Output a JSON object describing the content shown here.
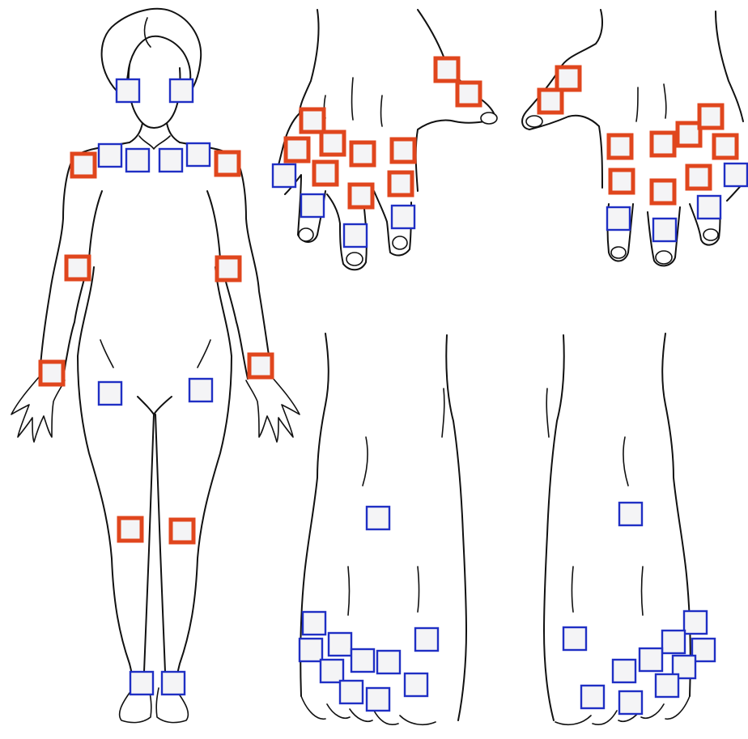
{
  "diagram": {
    "views": [
      "body-front",
      "left-hand",
      "right-hand",
      "left-foot",
      "right-foot"
    ],
    "marker_colors": {
      "red": "#e0461d",
      "blue": "#1f2fc4"
    },
    "marker_fill": "#f4f4f6",
    "outline_color": "#111111"
  }
}
